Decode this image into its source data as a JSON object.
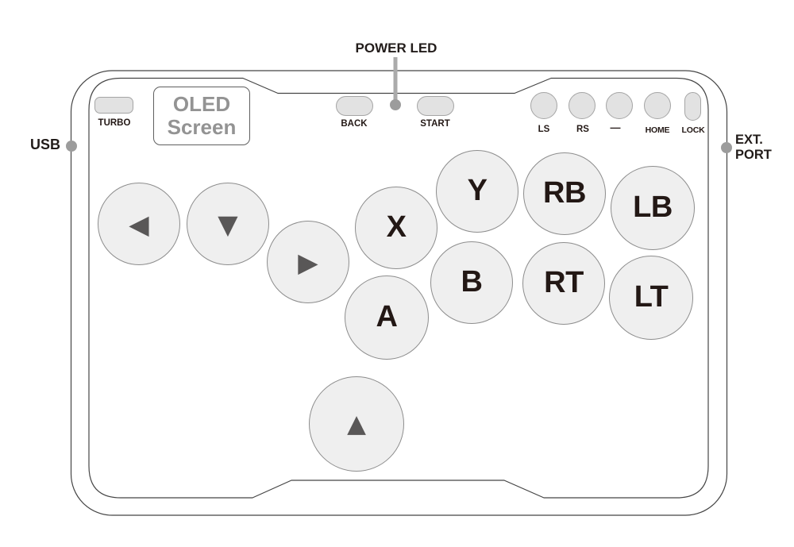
{
  "annotations": {
    "power_led": "POWER LED",
    "usb": "USB",
    "ext_port_line1": "EXT.",
    "ext_port_line2": "PORT"
  },
  "top_panel": {
    "turbo_label": "TURBO",
    "oled_line1": "OLED",
    "oled_line2": "Screen",
    "back_label": "BACK",
    "start_label": "START",
    "small_buttons": [
      {
        "id": "ls",
        "label": "LS"
      },
      {
        "id": "rs",
        "label": "RS"
      },
      {
        "id": "minus",
        "label": "—"
      },
      {
        "id": "home",
        "label": "HOME"
      },
      {
        "id": "lock",
        "label": "LOCK"
      }
    ]
  },
  "main_buttons": [
    {
      "id": "dpad-left",
      "label": "◀"
    },
    {
      "id": "dpad-down",
      "label": "▼"
    },
    {
      "id": "dpad-right",
      "label": "▶"
    },
    {
      "id": "x",
      "label": "X"
    },
    {
      "id": "y",
      "label": "Y"
    },
    {
      "id": "rb",
      "label": "RB"
    },
    {
      "id": "lb",
      "label": "LB"
    },
    {
      "id": "a",
      "label": "A"
    },
    {
      "id": "b",
      "label": "B"
    },
    {
      "id": "rt",
      "label": "RT"
    },
    {
      "id": "lt",
      "label": "LT"
    },
    {
      "id": "dpad-up",
      "label": "▲"
    }
  ],
  "colors": {
    "case_outline": "#454545",
    "button_fill": "#efefef",
    "button_border": "#8d8d8d",
    "pill_fill": "#e2e2e2",
    "pill_border": "#a5a5a5",
    "label_text": "#231815",
    "oled_text": "#939393",
    "arrow_glyph": "#595757",
    "marker_gray": "#9c9c9c"
  }
}
